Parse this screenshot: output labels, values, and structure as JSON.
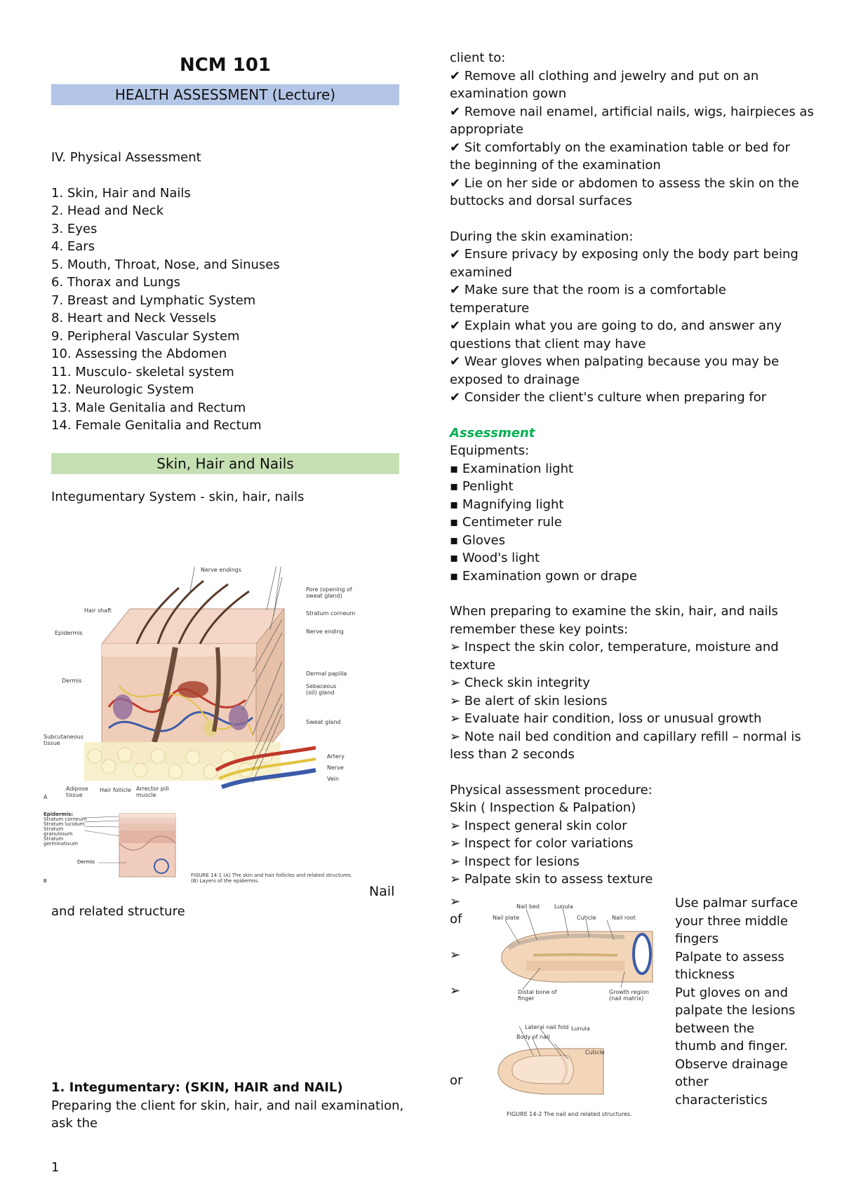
{
  "left": {
    "title": "NCM 101",
    "band": "HEALTH ASSESSMENT (Lecture)",
    "section": "IV. Physical Assessment",
    "list": [
      "1. Skin, Hair and Nails",
      "2. Head and Neck",
      "3. Eyes",
      "4. Ears",
      "5. Mouth, Throat, Nose, and Sinuses",
      "6. Thorax and Lungs",
      "7. Breast and Lymphatic System",
      "8. Heart and Neck Vessels",
      "9. Peripheral Vascular System",
      "10. Assessing the Abdomen",
      "11. Musculo- skeletal system",
      "12. Neurologic System",
      "13. Male Genitalia and Rectum",
      "14. Female Genitalia and Rectum"
    ],
    "band2": "Skin, Hair and Nails",
    "integumentary": "Integumentary System - skin, hair, nails",
    "nail_word": "Nail",
    "nail_cont": "and related structure",
    "heading": "1. Integumentary: (SKIN, HAIR and NAIL)",
    "prep": [
      "Preparing the client for skin, hair, and nail examination,",
      "ask the"
    ]
  },
  "skin_figure": {
    "labels": {
      "nerve_endings": "Nerve endings",
      "pore": "Pore (opening of sweat gland)",
      "stratum_corneum": "Stratum corneum",
      "nerve_ending": "Nerve ending",
      "dermal_papilla": "Dermal papilla",
      "sebaceous": "Sebaceous (oil) gland",
      "sweat_gland": "Sweat gland",
      "artery": "Artery",
      "nerve": "Nerve",
      "vein": "Vein",
      "hair_shaft": "Hair shaft",
      "epidermis": "Epidermis",
      "dermis": "Dermis",
      "subcutaneous": "Subcutaneous tissue",
      "adipose": "Adipose tissue",
      "hair_follicle": "Hair follicle",
      "arrector": "Arrector pili muscle",
      "a": "A",
      "b": "B",
      "epidermis_b": "Epidermis:",
      "dermis_b": "Dermis",
      "strata": [
        "Stratum corneum",
        "Stratum lucidum",
        "Stratum granulosum",
        "Stratum germinativum"
      ],
      "caption": "FIGURE 14-1 (A) The skin and hair follicles and related structures. (B) Layers of the epidermis."
    }
  },
  "right": {
    "intro": [
      "client to:",
      "✔ Remove all clothing and jewelry and put on an",
      "examination gown",
      "✔ Remove nail enamel, artificial nails, wigs, hairpieces as",
      "appropriate",
      "✔ Sit comfortably on the examination table or bed for",
      "the beginning of the examination",
      "✔ Lie on her side or abdomen to assess the skin on the",
      "buttocks and dorsal surfaces"
    ],
    "during": [
      "During the skin examination:",
      "✔ Ensure privacy by exposing only the body part being",
      "examined",
      "✔ Make sure that the room is a comfortable",
      "temperature",
      "✔ Explain what you are going to do, and answer any",
      "questions that client may have",
      "✔ Wear gloves when palpating because you may be",
      "exposed to drainage",
      "✔ Consider the client's culture when preparing for"
    ],
    "assessment": "Assessment",
    "equipment_title": "Equipments:",
    "equipment": [
      "▪ Examination light",
      "▪ Penlight",
      "▪ Magnifying light",
      "▪ Centimeter rule",
      "▪ Gloves",
      "▪ Wood's light",
      "▪ Examination gown or drape"
    ],
    "prepare": [
      "When preparing to examine the skin, hair, and nails",
      "remember these key points:",
      "➢ Inspect the skin color, temperature, moisture and",
      "texture",
      "➢ Check skin integrity",
      "➢ Be alert of skin lesions",
      "➢ Evaluate hair condition, loss or unusual growth",
      "➢ Note nail bed condition and capillary refill – normal is",
      "less than 2 seconds"
    ],
    "procedure": [
      "Physical assessment procedure:",
      "Skin ( Inspection & Palpation)",
      "➢ Inspect general skin color",
      "➢ Inspect for color variations",
      "➢ Inspect for lesions",
      "➢ Palpate skin to assess texture"
    ],
    "side_left": [
      "➢",
      "of",
      "➢",
      "➢",
      "or"
    ],
    "side_right": [
      "Use palmar surface",
      "your three middle",
      "fingers",
      "Palpate to assess",
      "thickness",
      "Put gloves on and",
      "palpate the lesions",
      "between the",
      "thumb and finger.",
      "Observe drainage",
      "other",
      "characteristics"
    ]
  },
  "nail_figure": {
    "labels": {
      "nail_bed": "Nail bed",
      "lunula": "Lunula",
      "nail_plate": "Nail plate",
      "cuticle": "Cuticle",
      "nail_root": "Nail root",
      "distal_bone": "Distal bone of finger",
      "growth": "Growth region (nail matrix)",
      "lateral": "Lateral nail fold",
      "lunula2": "Lunula",
      "body": "Body of nail",
      "cuticle2": "Cuticle",
      "caption": "FIGURE 14-2 The nail and related structures."
    }
  },
  "page_number": "1"
}
